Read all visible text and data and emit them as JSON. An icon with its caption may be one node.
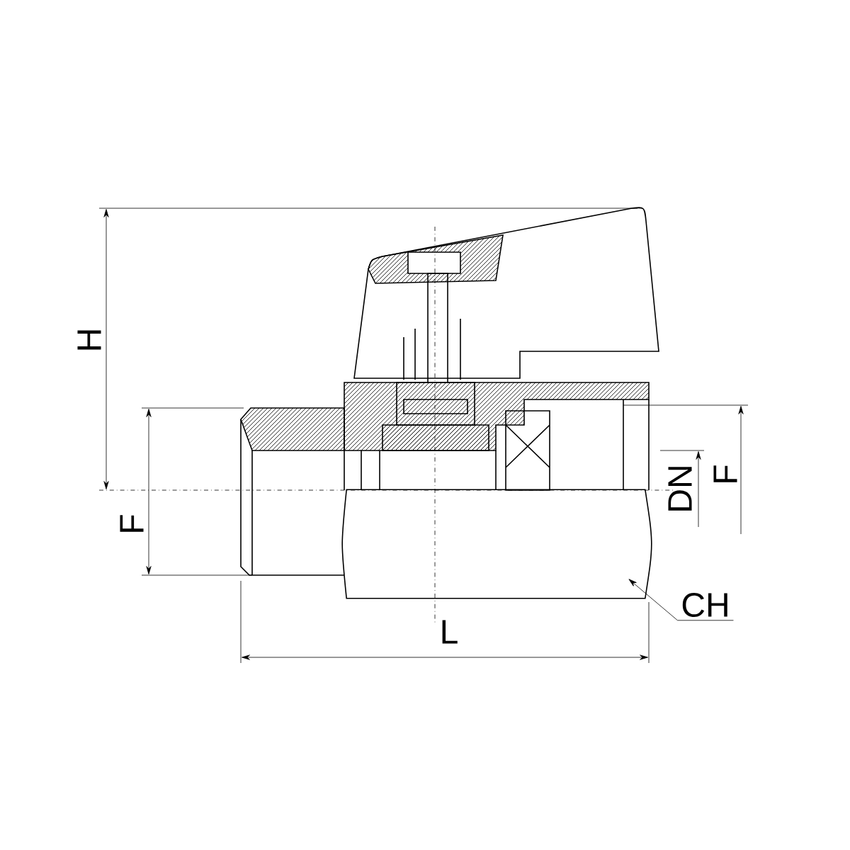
{
  "diagram": {
    "nodes": [
      {
        "text": [
          "CH"
        ]
      },
      {
        "text": [],
        "shape": "box"
      }
    ],
    "edges": [
      {
        "from": 0,
        "to": 1,
        "arrow": "to"
      }
    ],
    "labels": [
      "H",
      "F",
      "DN",
      "F",
      "L"
    ]
  }
}
